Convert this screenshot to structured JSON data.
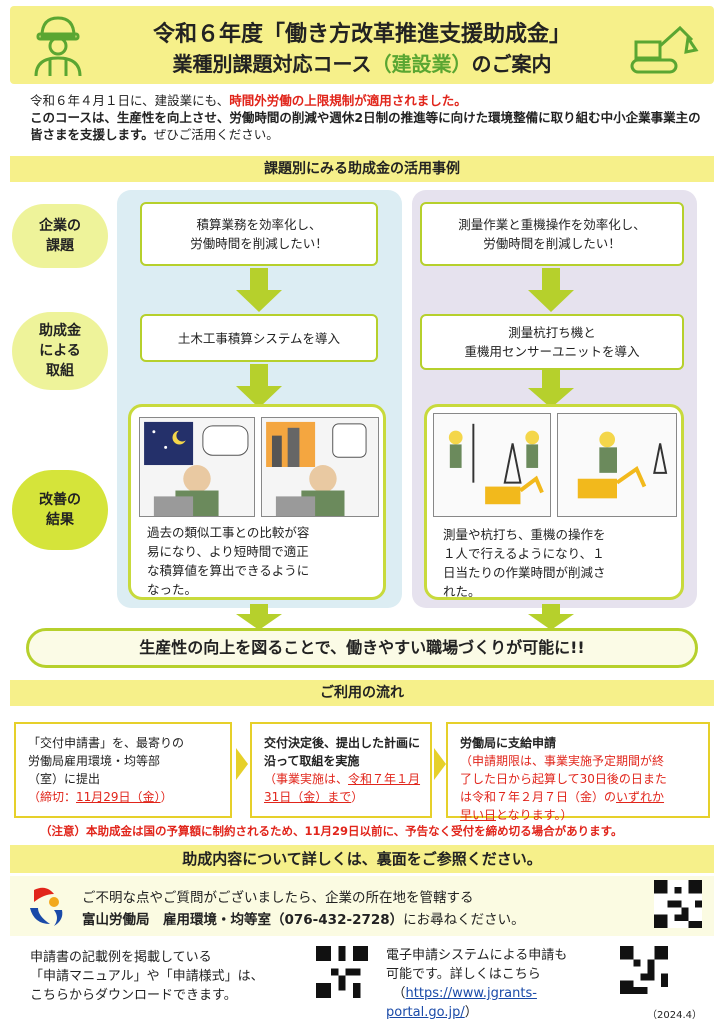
{
  "header": {
    "title_line1": "令和６年度「働き方改革推進支援助成金」",
    "title_line2_pre": "業種別課題対応コース",
    "title_line2_hl": "（建設業）",
    "title_line2_post": "のご案内"
  },
  "intro": {
    "line1_pre": "令和６年４月１日に、建設業にも、",
    "line1_red": "時間外労働の上限規制が適用されました。",
    "line2_bold": "このコースは、生産性を向上させ、労働時間の削減や週休2日制の推進等に向けた環境整備に取り組む中小企業事業主の皆さまを支援します。",
    "line2_post": "ぜひご活用ください。"
  },
  "section1_title": "課題別にみる助成金の活用事例",
  "labels": {
    "issue": [
      "企業の",
      "課題"
    ],
    "action": [
      "助成金",
      "による",
      "取組"
    ],
    "result": [
      "改善の",
      "結果"
    ]
  },
  "left": {
    "issue": [
      "積算業務を効率化し、",
      "労働時間を削減したい！"
    ],
    "action": "土木工事積算システムを導入",
    "result": [
      "過去の類似工事との比較が容",
      "易になり、より短時間で適正",
      "な積算値を算出できるように",
      "なった。"
    ]
  },
  "right": {
    "issue": [
      "測量作業と重機操作を効率化し、",
      "労働時間を削減したい！"
    ],
    "action": [
      "測量杭打ち機と",
      "重機用センサーユニットを導入"
    ],
    "result": [
      "測量や杭打ち、重機の操作を",
      "１人で行えるようになり、１",
      "日当たりの作業時間が削減さ",
      "れた。"
    ]
  },
  "banner": "生産性の向上を図ることで、働きやすい職場づくりが可能に!!",
  "section2_title": "ご利用の流れ",
  "flow": {
    "step1": [
      "「交付申請書」を、最寄りの",
      "労働局雇用環境・均等部",
      "（室）に提出"
    ],
    "step1_deadline_pre": "（締切：",
    "step1_deadline_u": "11月29日（金）",
    "step1_deadline_post": "）",
    "step2_bold": [
      "交付決定後、提出した計画に",
      "沿って取組を実施"
    ],
    "step2_red_pre": "（事業実施は、",
    "step2_red_u1": "令和７年１月",
    "step2_red_u2": "31日（金）まで",
    "step2_red_post": "）",
    "step3_bold": "労働局に支給申請",
    "step3_red": [
      "（申請期限は、事業実施予定期間が終",
      "了した日から起算して30日後の日また",
      "は令和７年２月７日（金）の"
    ],
    "step3_u": "いずれか",
    "step3_u2": "早い日",
    "step3_end": "となります。）"
  },
  "note": "（注意）本助成金は国の予算額に制約されるため、11月29日以前に、予告なく受付を締め切る場合があります。",
  "section3_title": "助成内容について詳しくは、裏面をご参照ください。",
  "contact": {
    "line1": "ご不明な点やご質問がございましたら、企業の所在地を管轄する",
    "office": "富山労働局　雇用環境・均等室（076-432-2728）",
    "line2_post": "にお尋ねください。"
  },
  "download": [
    "申請書の記載例を掲載している",
    "「申請マニュアル」や「申請様式」は、",
    "こちらからダウンロードできます。"
  ],
  "ejapp": [
    "電子申請システムによる申請も",
    "可能です。詳しくはこちら"
  ],
  "ejapp_link1": "https://www.jgrants-",
  "ejapp_link2": "portal.go.jp/",
  "ejapp_paren_open": "（",
  "ejapp_paren_close": "）",
  "date": "（2024.4）",
  "colors": {
    "yellow": "#f6f08a",
    "green": "#b6d02c",
    "red": "#e1251b",
    "lightblue": "#dcedf3",
    "lavender": "#e6e2ee"
  }
}
